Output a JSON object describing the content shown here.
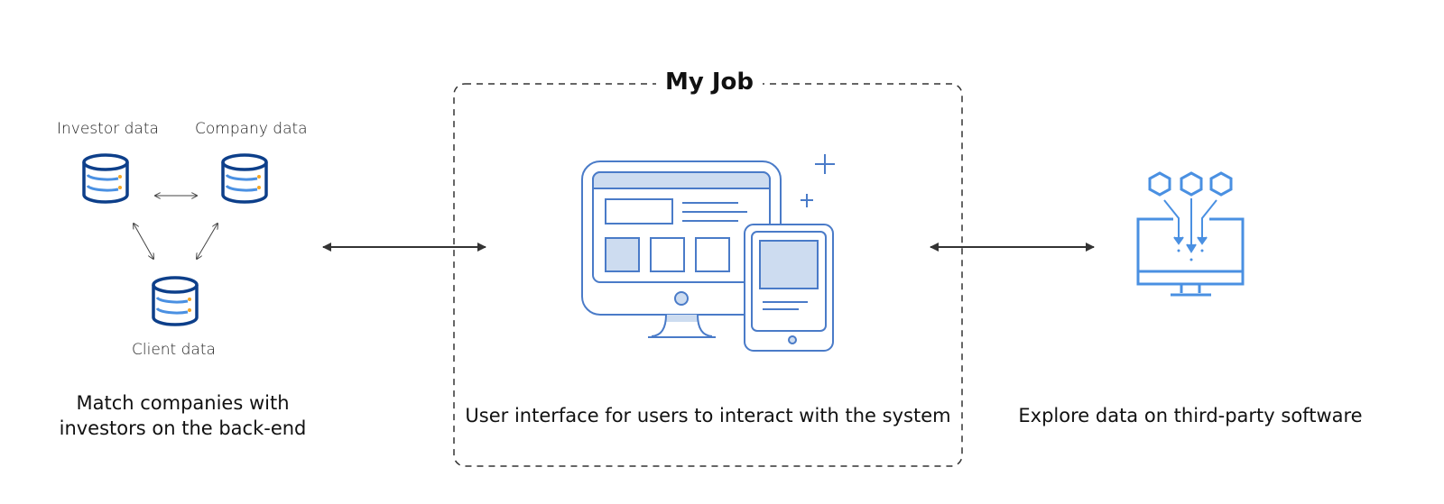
{
  "left": {
    "databases": {
      "investor": "Investor data",
      "company": "Company data",
      "client": "Client data"
    },
    "caption_line1": "Match companies with",
    "caption_line2": "investors on the back-end"
  },
  "center": {
    "frame_title": "My Job",
    "caption": "User interface for users to interact with the system"
  },
  "right": {
    "caption": "Explore data on third-party software"
  },
  "colors": {
    "db_dark": "#0d3f8a",
    "db_light": "#4a90e2",
    "accent_dot": "#f5a623",
    "device_stroke": "#4a7bc8",
    "device_fill": "#cddcf0",
    "arrow": "#333333"
  },
  "icons": [
    "database-icon",
    "monitor-icon",
    "tablet-icon",
    "plus-icon",
    "hexagon-icon",
    "data-import-icon"
  ]
}
